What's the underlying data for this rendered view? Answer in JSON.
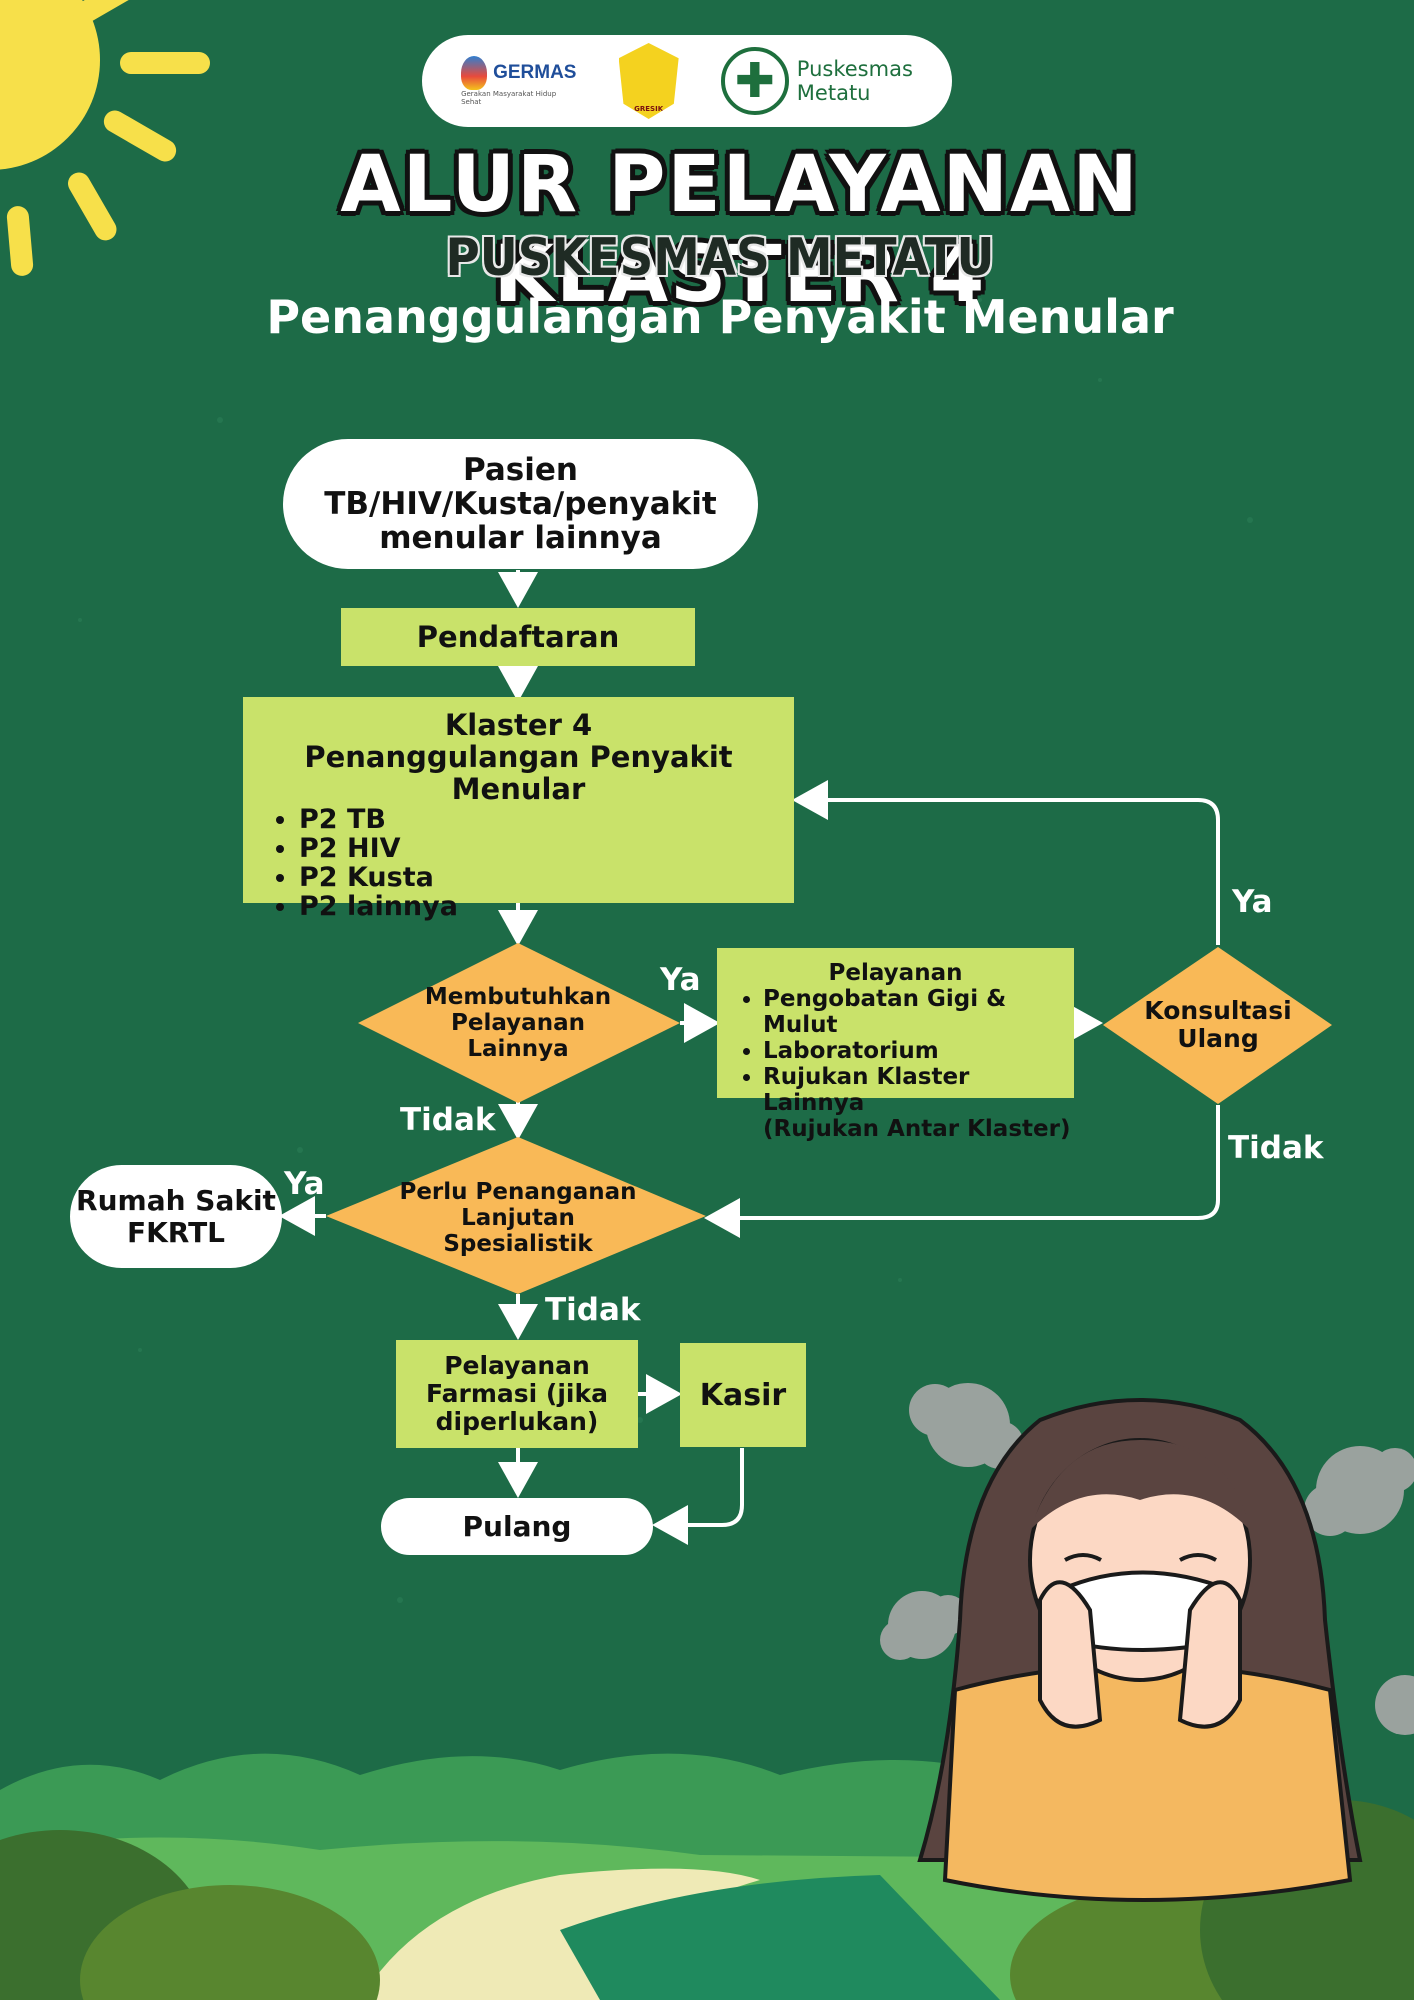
{
  "header": {
    "logos": {
      "germas_name": "GERMAS",
      "germas_tagline": "Gerakan Masyarakat Hidup Sehat",
      "regency_seal_text": "GRESIK",
      "puskesmas_line1": "Puskesmas",
      "puskesmas_line2": "Metatu"
    },
    "title": "ALUR PELAYANAN KLASTER 4",
    "subtitle": "PUSKESMAS METATU",
    "tagline": "Penanggulangan Penyakit Menular"
  },
  "flow": {
    "patient": [
      "Pasien",
      "TB/HIV/Kusta/penyakit",
      "menular lainnya"
    ],
    "registration": "Pendaftaran",
    "cluster": {
      "title": "Klaster 4",
      "subtitle": "Penanggulangan Penyakit Menular",
      "items": [
        "P2 TB",
        "P2 HIV",
        "P2 Kusta",
        "P2 lainnya"
      ]
    },
    "decision_other_service": [
      "Membutuhkan",
      "Pelayanan",
      "Lainnya"
    ],
    "services": {
      "title": "Pelayanan",
      "items": [
        "Pengobatan Gigi & Mulut",
        "Laboratorium",
        "Rujukan Klaster Lainnya"
      ],
      "note": "(Rujukan Antar Klaster)"
    },
    "decision_reconsult": [
      "Konsultasi",
      "Ulang"
    ],
    "decision_specialist": [
      "Perlu Penanganan",
      "Lanjutan",
      "Spesialistik"
    ],
    "hospital": [
      "Rumah Sakit",
      "FKRTL"
    ],
    "pharmacy": [
      "Pelayanan",
      "Farmasi (jika",
      "diperlukan)"
    ],
    "cashier": "Kasir",
    "home": "Pulang",
    "labels": {
      "yes_services": "Ya",
      "yes_reconsult": "Ya",
      "no_reconsult": "Tidak",
      "no_other_service": "Tidak",
      "yes_hospital": "Ya",
      "no_specialist": "Tidak"
    }
  },
  "colors": {
    "background": "#1d6b47",
    "process_box": "#c9e26a",
    "decision": "#f9b957",
    "terminal": "#ffffff",
    "sun": "#f7e04a"
  }
}
